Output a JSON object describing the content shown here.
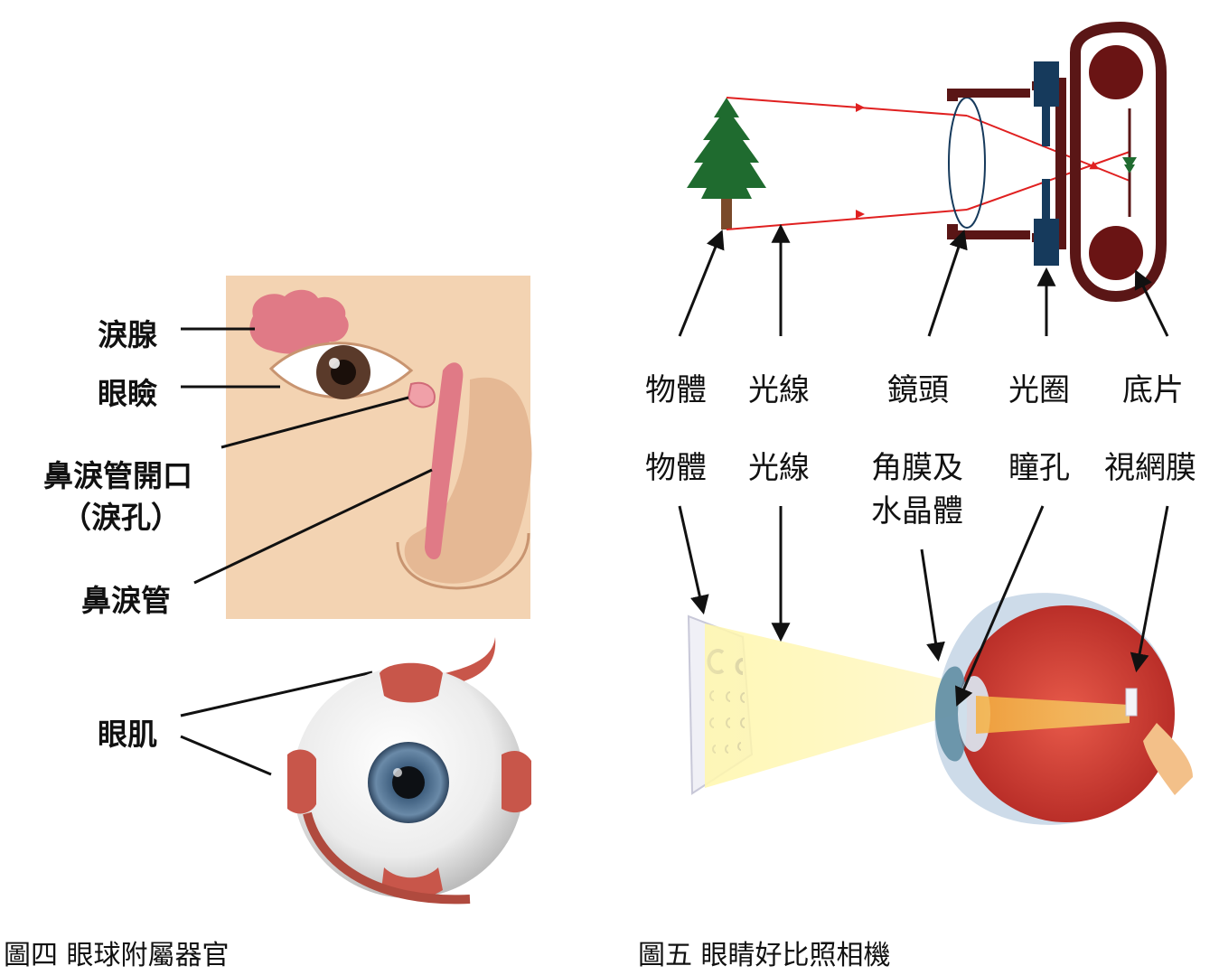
{
  "figure4": {
    "caption": "圖四 眼球附屬器官",
    "labels": {
      "lacrimal_gland": "淚腺",
      "eyelid": "眼瞼",
      "duct_opening": "鼻淚管開口",
      "punctum": "（淚孔）",
      "nasolacrimal_duct": "鼻淚管",
      "eye_muscle": "眼肌"
    }
  },
  "figure5": {
    "caption": "圖五 眼睛好比照相機",
    "camera_labels": {
      "object": "物體",
      "light": "光線",
      "lens": "鏡頭",
      "aperture": "光圈",
      "film": "底片"
    },
    "eye_labels": {
      "object": "物體",
      "light": "光線",
      "cornea_line1": "角膜及",
      "cornea_line2": "水晶體",
      "pupil": "瞳孔",
      "retina": "視網膜"
    }
  },
  "colors": {
    "skin": "#f3d3b2",
    "gland": "#e07a86",
    "iris": "#5a3a2a",
    "eyeball_iris": "#4a6a8a",
    "muscle": "#c8564a",
    "camera_body": "#5a1616",
    "aperture": "#163a5c",
    "ray": "#e02020",
    "tree": "#1f6b2f",
    "eye_red": "#d8423a"
  }
}
